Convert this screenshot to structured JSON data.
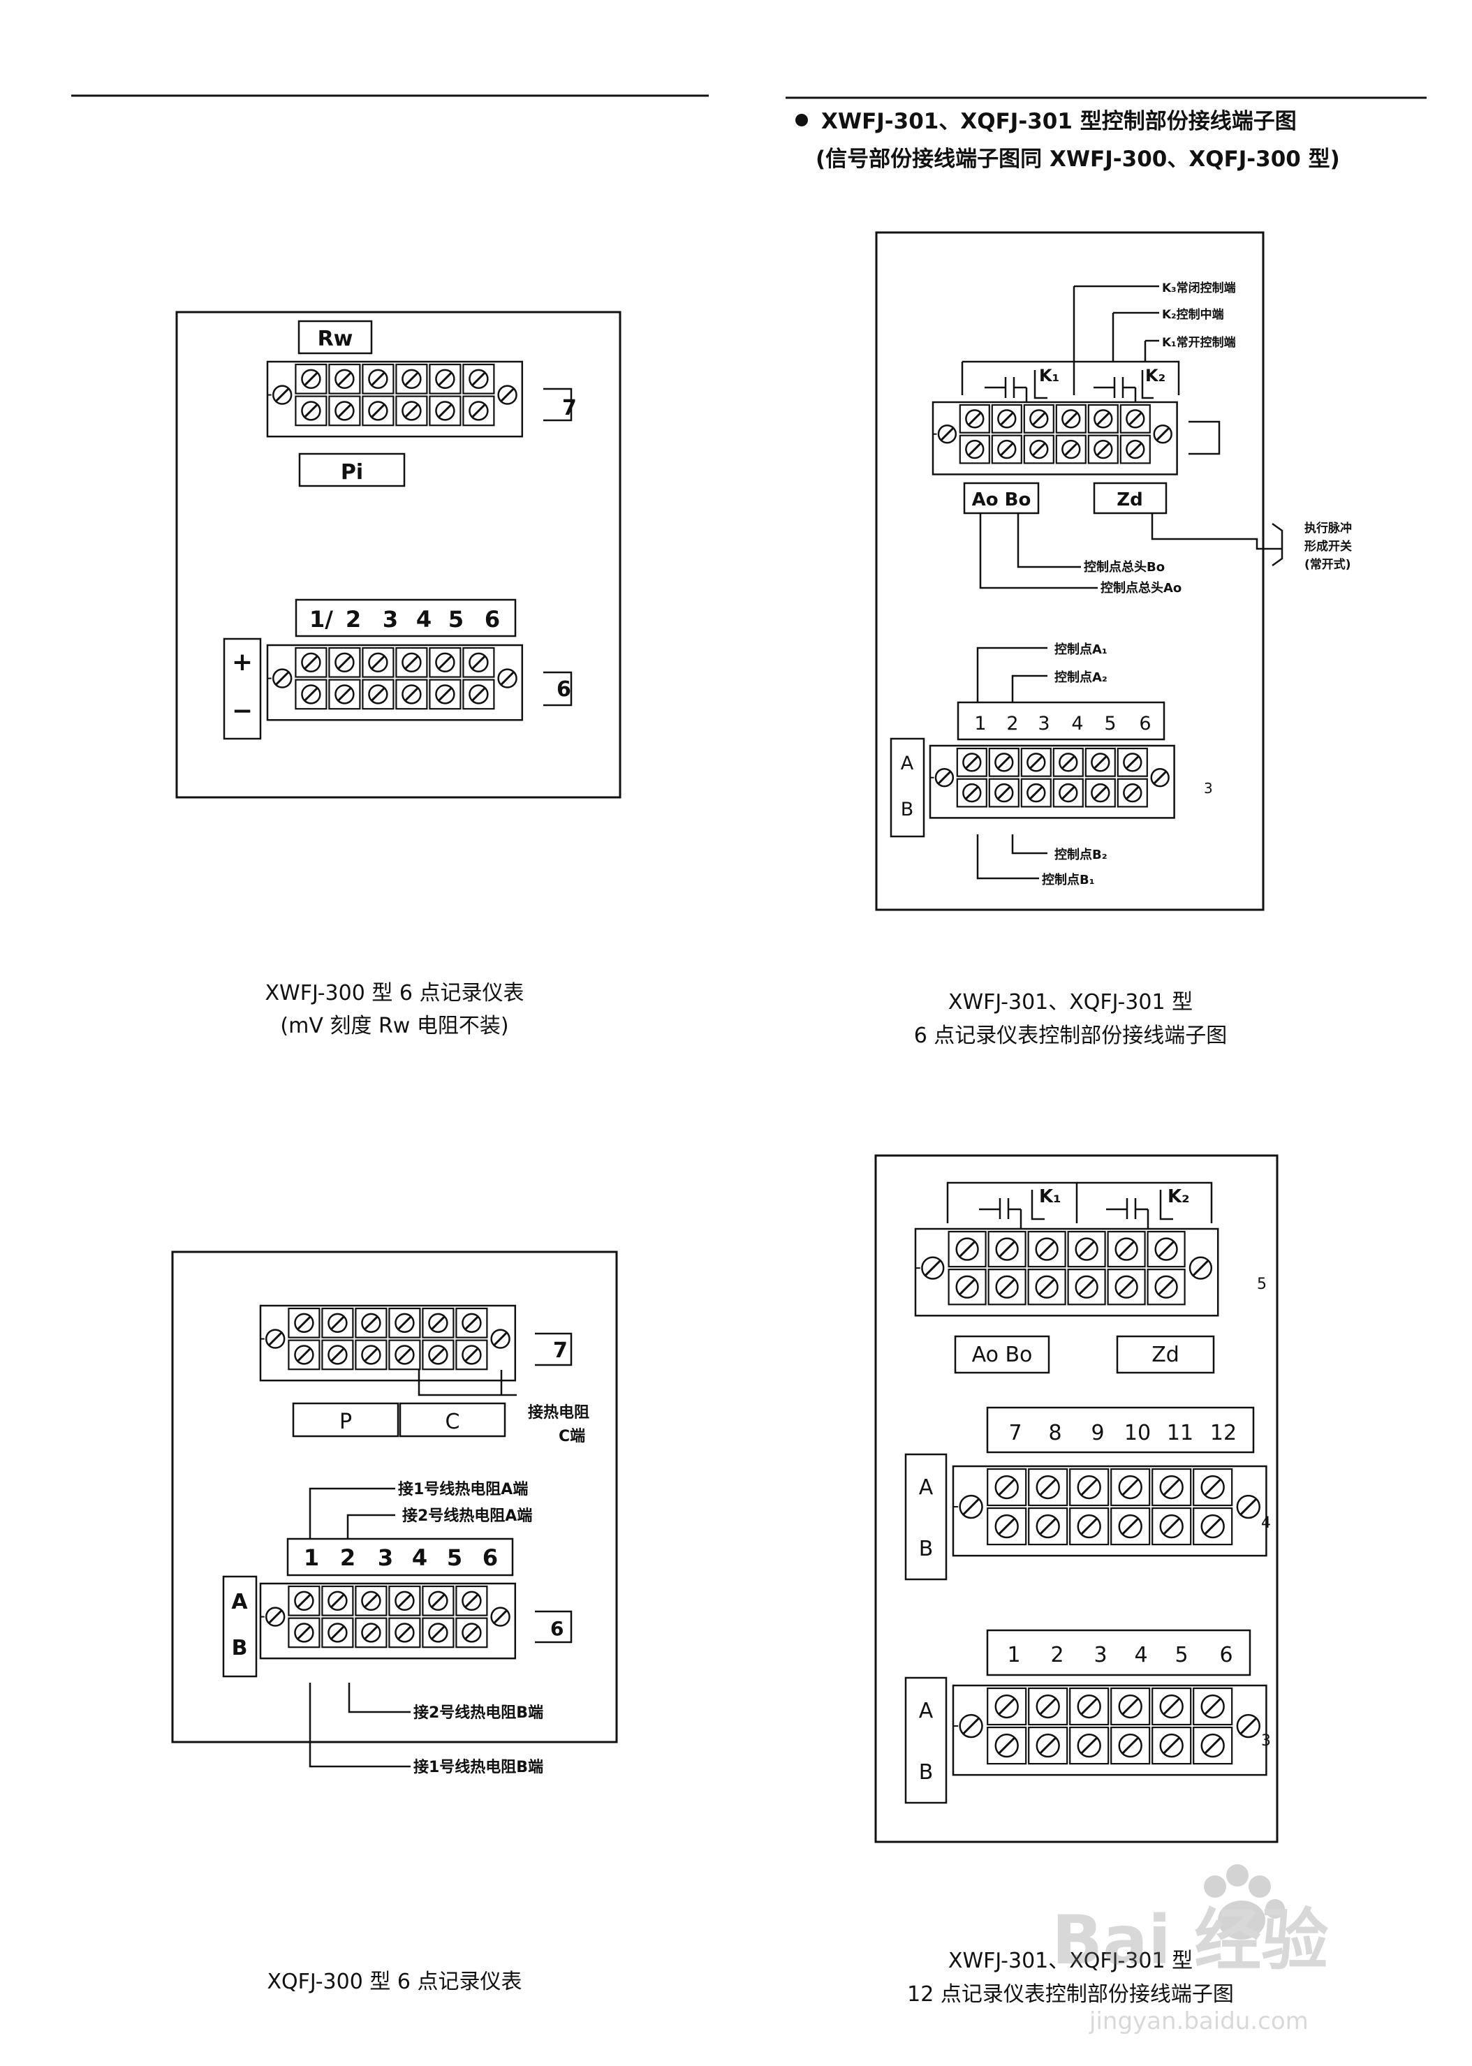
{
  "header": {
    "bullet_title": "XWFJ-301、XQFJ-301 型控制部份接线端子图",
    "bullet_subtitle": "(信号部份接线端子图同 XWFJ-300、XQFJ-300 型)"
  },
  "diagram1": {
    "label_top": "Rw",
    "label_bottom": "Pi",
    "block1_end_number": "7",
    "block2_numbers": [
      "1/",
      "2",
      "3",
      "4",
      "5",
      "6"
    ],
    "polarity_plus": "+",
    "polarity_minus": "−",
    "block2_end_number": "6",
    "caption_line1": "XWFJ-300 型 6 点记录仪表",
    "caption_line2": "(mV 刻度 Rw 电阻不装)"
  },
  "diagram2": {
    "relay_label_k1": "K₁",
    "relay_label_k2": "K₂",
    "callout_k3": "K₃常闭控制端",
    "callout_k2": "K₂控制中端",
    "callout_k1": "K₁常开控制端",
    "label_aobo": "Ao Bo",
    "label_zd": "Zd",
    "callout_exec_1": "执行脉冲",
    "callout_exec_2": "形成开关",
    "callout_exec_3": "(常开式)",
    "callout_bo": "控制点总头Bo",
    "callout_ao": "控制点总头Ao",
    "callout_a1": "控制点A₁",
    "callout_a2": "控制点A₂",
    "block2_numbers": [
      "1",
      "2",
      "3",
      "4",
      "5",
      "6"
    ],
    "side_a": "A",
    "side_b": "B",
    "block2_end_number": "3",
    "callout_b2": "控制点B₂",
    "callout_b1": "控制点B₁",
    "caption_line1": "XWFJ-301、XQFJ-301 型",
    "caption_line2": "6 点记录仪表控制部份接线端子图"
  },
  "diagram3": {
    "block1_end_number": "7",
    "label_p": "P",
    "label_c": "C",
    "callout_c_1": "接热电阻",
    "callout_c_2": "C端",
    "callout_a1": "接1号线热电阻A端",
    "callout_a2": "接2号线热电阻A端",
    "block2_numbers": [
      "1",
      "2",
      "3",
      "4",
      "5",
      "6"
    ],
    "side_a": "A",
    "side_b": "B",
    "block2_end_number": "6",
    "callout_b2": "接2号线热电阻B端",
    "callout_b1": "接1号线热电阻B端",
    "caption": "XQFJ-300 型 6 点记录仪表"
  },
  "diagram4": {
    "relay_label_k1": "K₁",
    "relay_label_k2": "K₂",
    "block1_end_number": "5",
    "label_aobo": "Ao Bo",
    "label_zd": "Zd",
    "block2_numbers": [
      "7",
      "8",
      "9",
      "10",
      "11",
      "12"
    ],
    "block2_end_number": "4",
    "block3_numbers": [
      "1",
      "2",
      "3",
      "4",
      "5",
      "6"
    ],
    "block3_end_number": "3",
    "side_a": "A",
    "side_b": "B",
    "caption_line1": "XWFJ-301、XQFJ-301 型",
    "caption_line2": "12 点记录仪表控制部份接线端子图"
  },
  "watermark": {
    "text_main": "Bai 经验",
    "text_url": "jingyan.baidu.com"
  }
}
